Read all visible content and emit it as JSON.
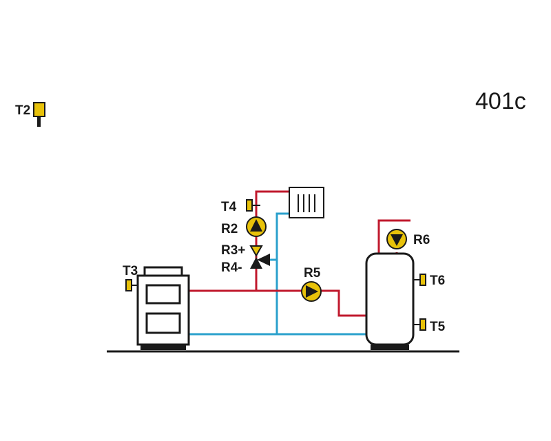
{
  "scheme_code": "401c",
  "labels": {
    "t2": "T2",
    "t3": "T3",
    "t4": "T4",
    "t5": "T5",
    "t6": "T6",
    "r2": "R2",
    "r3": "R3+",
    "r4": "R4-",
    "r5": "R5",
    "r6": "R6"
  },
  "colors": {
    "hot_pipe": "#c0182c",
    "cold_pipe": "#2aa0cc",
    "sensor_fill": "#e8c20a",
    "pump_fill": "#e8c20a",
    "outline": "#1a1a1a"
  }
}
